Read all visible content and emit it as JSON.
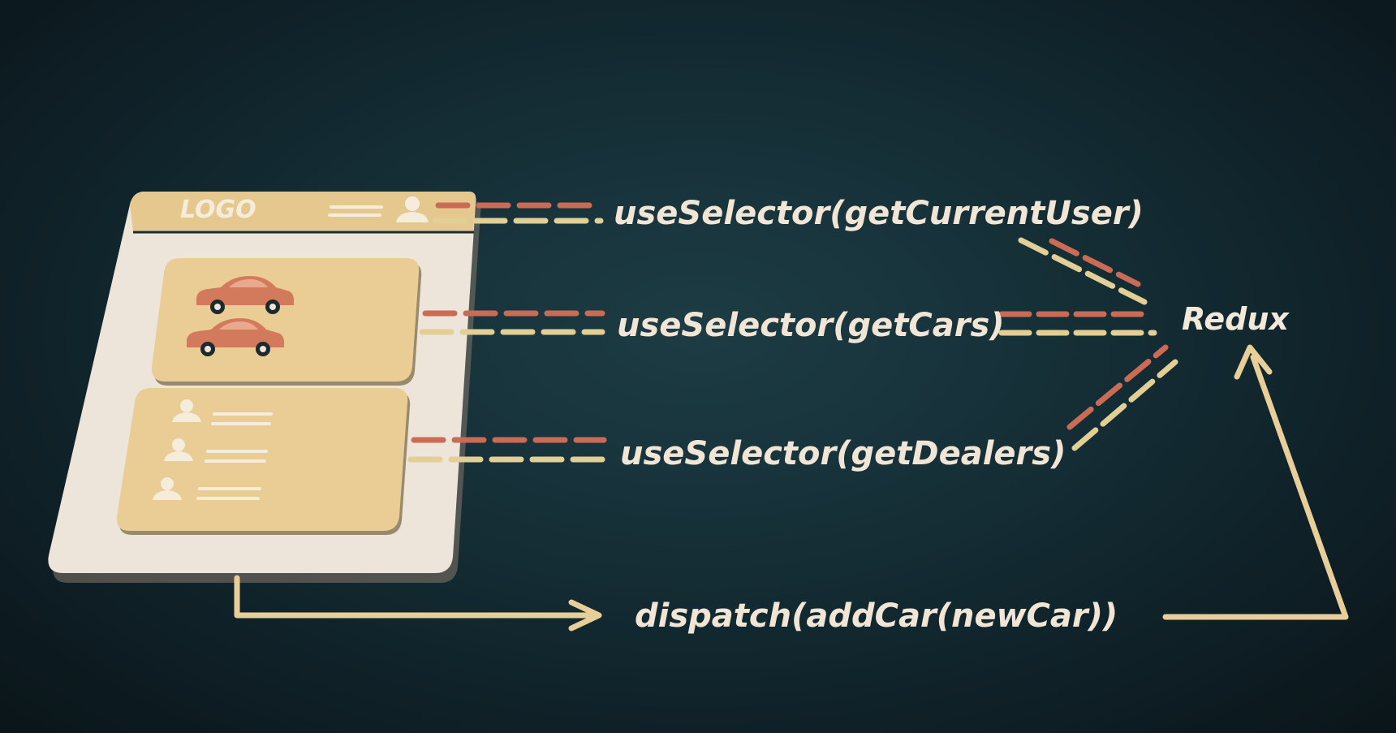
{
  "app_mockup": {
    "logo": "LOGO"
  },
  "selectors": [
    {
      "label": "useSelector(getCurrentUser)"
    },
    {
      "label": "useSelector(getCars)"
    },
    {
      "label": "useSelector(getDealers)"
    }
  ],
  "dispatch": {
    "label": "dispatch(addCar(newCar))"
  },
  "store": {
    "label": "Redux"
  },
  "colors": {
    "card_tan": "#e9cd95",
    "card_light": "#ede4da",
    "car": "#d47a5c",
    "line_red": "#c96b55",
    "line_cream": "#e2cf95",
    "arrow": "#e8cf9a"
  }
}
